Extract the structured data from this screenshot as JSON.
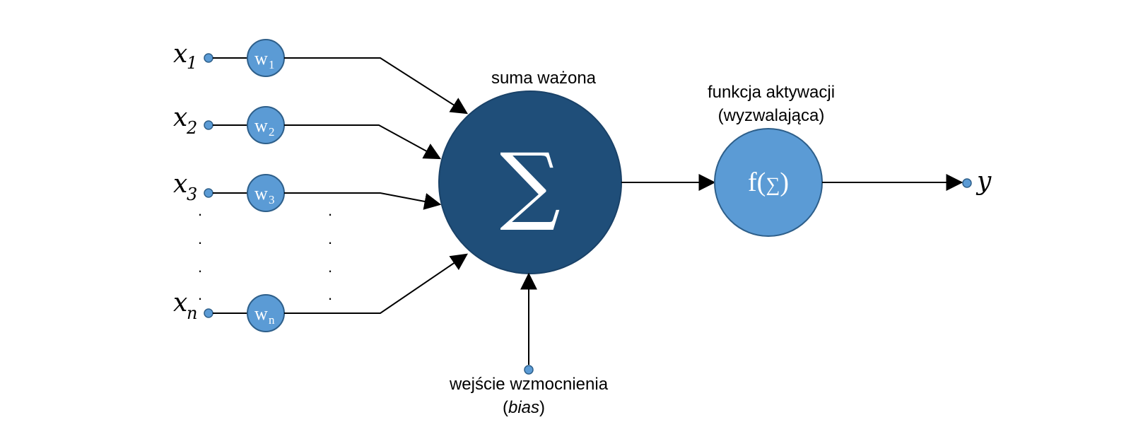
{
  "inputs": [
    {
      "var": "x",
      "sub": "1",
      "weight": "w",
      "wsub": "1"
    },
    {
      "var": "x",
      "sub": "2",
      "weight": "w",
      "wsub": "2"
    },
    {
      "var": "x",
      "sub": "3",
      "weight": "w",
      "wsub": "3"
    },
    {
      "var": "x",
      "sub": "n",
      "weight": "w",
      "wsub": "n"
    }
  ],
  "ellipsis": ".",
  "sum_node": {
    "symbol": "∑",
    "label": "suma ważona"
  },
  "activation_node": {
    "symbol_pre": "f(",
    "symbol_mid": "∑",
    "symbol_post": ")",
    "label_line1": "funkcja aktywacji",
    "label_line2": "(wyzwalająca)"
  },
  "bias": {
    "label_line1": "wejście wzmocnienia",
    "label_open": "(",
    "label_italic": "bias",
    "label_close": ")"
  },
  "output": {
    "var": "y"
  },
  "colors": {
    "dark_node": "#1f4e79",
    "light_node": "#5b9bd5",
    "node_stroke": "#2e5f8a",
    "line": "#000000"
  }
}
